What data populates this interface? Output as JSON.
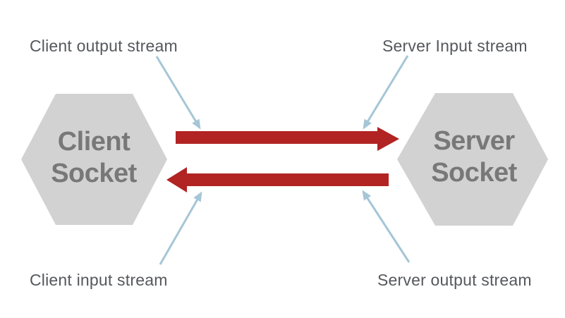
{
  "diagram": {
    "background_color": "#ffffff",
    "colors": {
      "node_fill": "#d2d2d2",
      "node_text": "#787878",
      "label_text": "#55585c",
      "stream_arrow": "#b22323",
      "pointer_arrow": "#a5c6d6"
    },
    "nodes": {
      "client": {
        "line1": "Client",
        "line2": "Socket"
      },
      "server": {
        "line1": "Server",
        "line2": "Socket"
      }
    },
    "stream_labels": {
      "client_output": "Client output stream",
      "server_input": "Server Input stream",
      "client_input": "Client input stream",
      "server_output": "Server output stream"
    }
  }
}
